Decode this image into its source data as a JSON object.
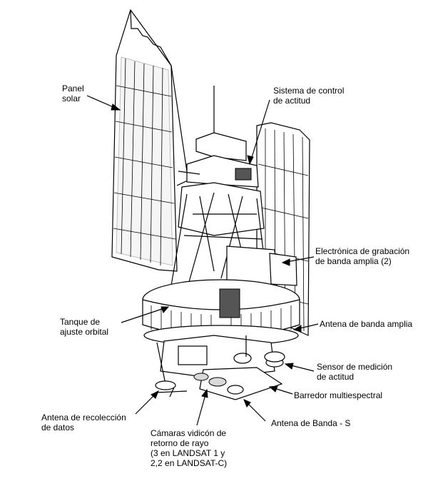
{
  "labels": {
    "panel_solar": [
      "Panel",
      "solar"
    ],
    "attitude_control": [
      "Sistema de control",
      "de actitud"
    ],
    "wideband_recorder": [
      "Electrónica de grabación",
      "de banda amplia (2)"
    ],
    "orbit_tank": [
      "Tanque de",
      "ajuste orbital"
    ],
    "wideband_antenna": [
      "Antena de banda amplia"
    ],
    "attitude_sensor": [
      "Sensor de medición",
      "de actitud"
    ],
    "multispectral_scanner": [
      "Barredor multiespectral"
    ],
    "data_collection_antenna": [
      "Antena de recolección",
      "de datos"
    ],
    "s_band_antenna": [
      "Antena de Banda - S"
    ],
    "vidicon_cameras": [
      "Cámaras vidicón de",
      "retorno de rayo",
      "(3 en LANDSAT 1 y",
      "2,2 en LANDSAT-C)"
    ]
  }
}
